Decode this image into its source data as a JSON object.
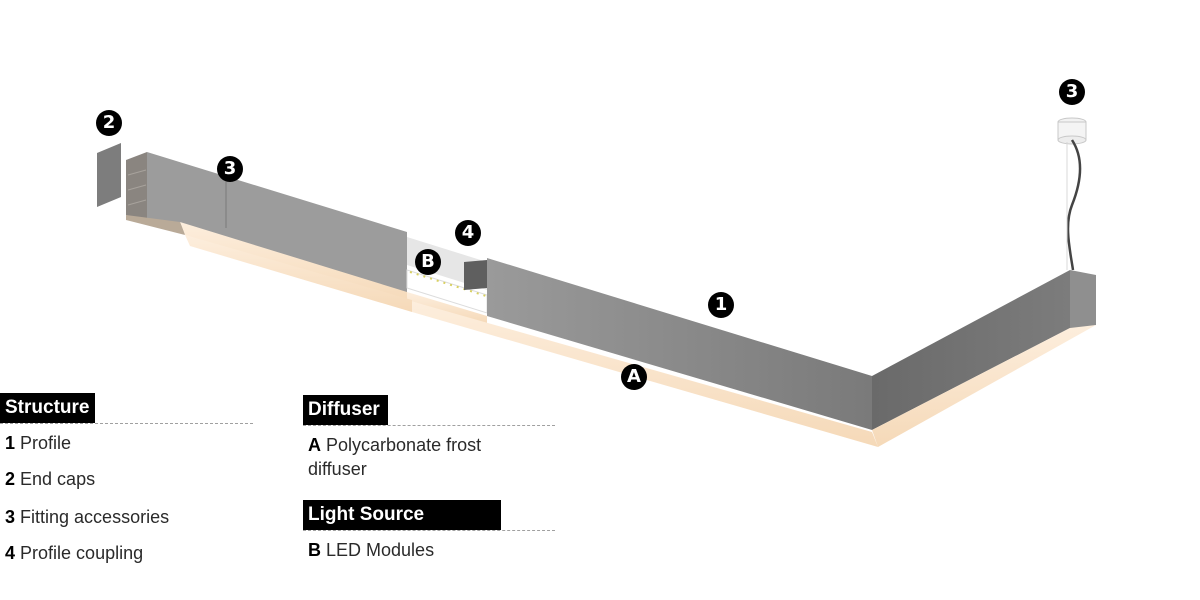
{
  "markers": {
    "m2_left": "2",
    "m3_left": "3",
    "m4": "4",
    "mB": "B",
    "m1": "1",
    "mA": "A",
    "m3_right": "3"
  },
  "colors": {
    "profile_gray": "#8e8e8e",
    "profile_dark": "#6f6f6f",
    "diffuser": "#fbe6cc",
    "marker_bg": "#000000"
  },
  "legend": {
    "structure": {
      "title": "Structure",
      "items": [
        {
          "key": "1",
          "label": "Profile"
        },
        {
          "key": "2",
          "label": "End caps"
        },
        {
          "key": "3",
          "label": "Fitting accessories"
        },
        {
          "key": "4",
          "label": "Profile coupling"
        }
      ]
    },
    "diffuser": {
      "title": "Diffuser",
      "items": [
        {
          "key": "A",
          "label": "Polycarbonate frost",
          "label2": "diffuser"
        }
      ]
    },
    "light_source": {
      "title": "Light Source",
      "items": [
        {
          "key": "B",
          "label": "LED Modules"
        }
      ]
    }
  }
}
